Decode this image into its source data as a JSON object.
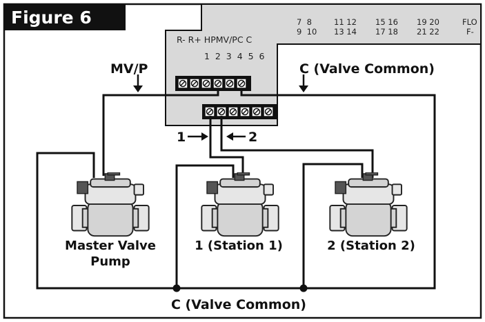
{
  "figure": {
    "title": "Figure 6",
    "colors": {
      "frame": "#111111",
      "panel": "#d9d9d9",
      "wire": "#111111",
      "valve": "#d4d4d4"
    }
  },
  "controller": {
    "upper_labels_line1": "R- R+ HPMV/PC C",
    "upper_numbers": "1  2  3  4  5  6",
    "panel_numbers_top": [
      "7  8",
      "11 12",
      "15 16",
      "19 20",
      "FLO"
    ],
    "panel_numbers_bottom": [
      "9  10",
      "13 14",
      "17 18",
      "21 22",
      "F-"
    ]
  },
  "labels": {
    "mvp": "MV/P",
    "valve_common_top": "C (Valve Common)",
    "wire1": "1",
    "wire2": "2",
    "valve_common_bottom": "C (Valve Common)"
  },
  "valves": [
    {
      "label_line1": "Master Valve",
      "label_line2": "Pump"
    },
    {
      "label_line1": "1 (Station 1)",
      "label_line2": ""
    },
    {
      "label_line1": "2 (Station 2)",
      "label_line2": ""
    }
  ]
}
